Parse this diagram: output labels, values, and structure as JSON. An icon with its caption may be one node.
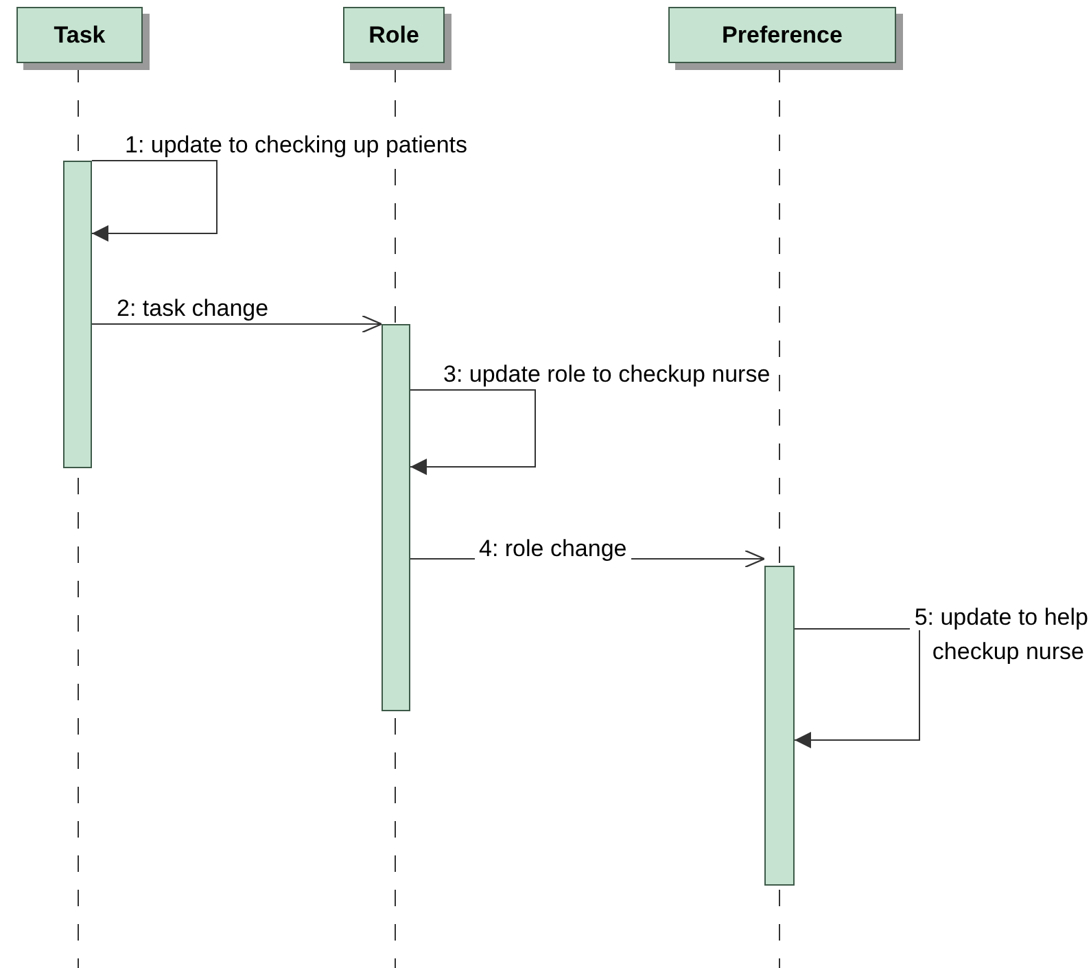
{
  "diagram": {
    "nodes": [
      {
        "text": [
          "Task"
        ]
      },
      {
        "text": [
          "Role"
        ]
      },
      {
        "text": [
          "Preference"
        ]
      },
      {
        "text": [],
        "shape": "bar"
      },
      {
        "text": [],
        "shape": "bar"
      },
      {
        "text": [],
        "shape": "bar"
      }
    ],
    "edges": [
      {
        "from": 3,
        "to": 3,
        "arrow": "to",
        "label": "1: update to checking up patients"
      },
      {
        "from": 3,
        "to": 4,
        "arrow": "to",
        "label": "2: task change"
      },
      {
        "from": 4,
        "to": 4,
        "arrow": "to",
        "label": "3: update role to checkup nurse"
      },
      {
        "from": 4,
        "to": 5,
        "arrow": "to",
        "label": "4: role change"
      },
      {
        "from": 5,
        "to": 5,
        "arrow": "to",
        "label": "5: update to help checkup nurse"
      }
    ]
  }
}
